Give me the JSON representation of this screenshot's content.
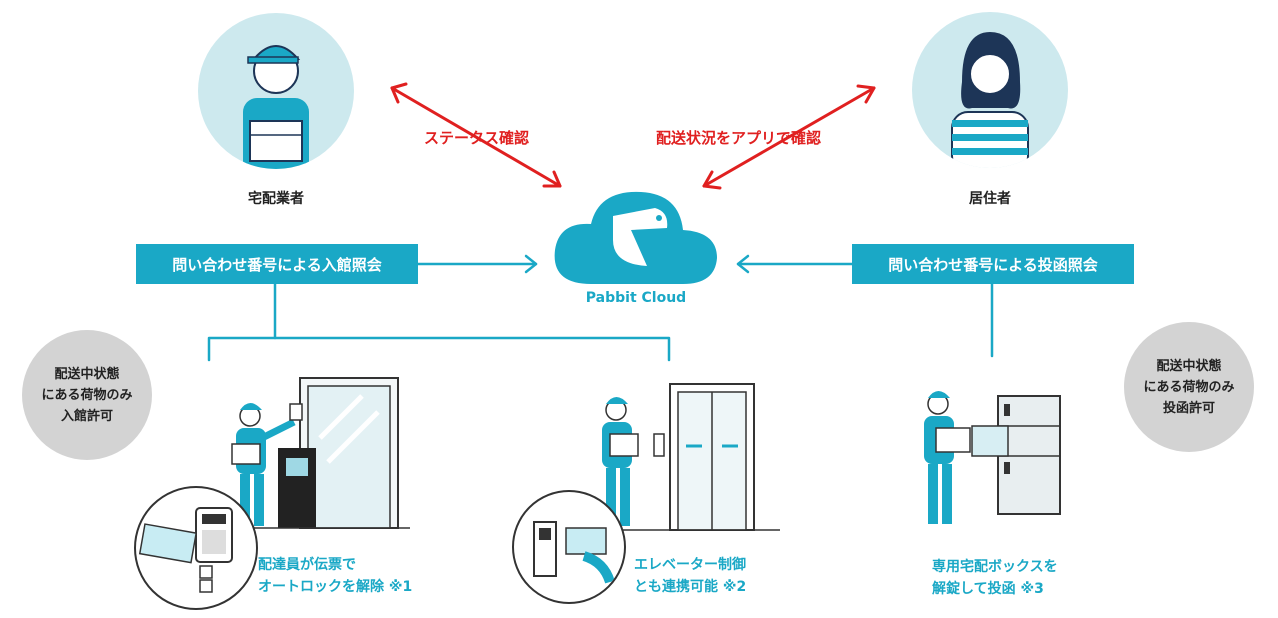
{
  "roles": {
    "courier": "宅配業者",
    "resident": "居住者"
  },
  "arrows": {
    "status_check": "ステータス確認",
    "app_check": "配送状況をアプリで確認"
  },
  "cloud": {
    "label": "Pabbit Cloud"
  },
  "bars": {
    "entry_query": "問い合わせ番号による入館照会",
    "box_query": "問い合わせ番号による投函照会"
  },
  "badges": {
    "entry": {
      "line1": "配送中状態",
      "line2": "にある荷物のみ",
      "line3": "入館許可"
    },
    "box": {
      "line1": "配送中状態",
      "line2": "にある荷物のみ",
      "line3": "投函許可"
    }
  },
  "captions": {
    "unlock": {
      "line1": "配達員が伝票で",
      "line2": "オートロックを解除 ※1"
    },
    "elevator": {
      "line1": "エレベーター制御",
      "line2": "とも連携可能 ※2"
    },
    "box": {
      "line1": "専用宅配ボックスを",
      "line2": "解錠して投函 ※3"
    }
  },
  "colors": {
    "accent": "#1aa8c6",
    "red": "#e02020",
    "badge": "#d3d3d3",
    "avatar_bg": "#cde9ee",
    "navy": "#1d3557"
  }
}
